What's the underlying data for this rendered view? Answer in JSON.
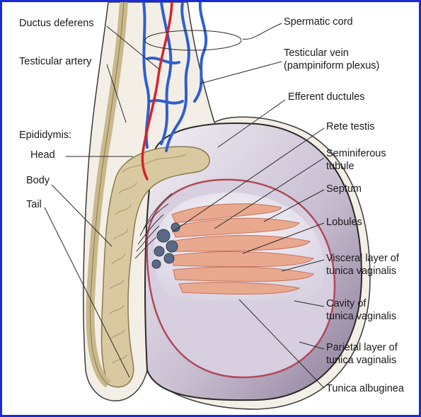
{
  "labels": {
    "ductus_deferens": "Ductus deferens",
    "spermatic_cord": "Spermatic cord",
    "testicular_artery": "Testicular artery",
    "testicular_vein_1": "Testicular vein",
    "testicular_vein_2": "(pampiniform plexus)",
    "efferent_ductules": "Efferent ductules",
    "epididymis": "Epididymis:",
    "head": "Head",
    "rete_testis": "Rete testis",
    "seminiferous_1": "Seminiferous",
    "seminiferous_2": "tubule",
    "body": "Body",
    "septum": "Septum",
    "tail": "Tail",
    "lobules": "Lobules",
    "visceral_1": "Visceral layer of",
    "visceral_2": "tunica vaginalis",
    "cavity_1": "Cavity of",
    "cavity_2": "tunica vaginalis",
    "parietal_1": "Parietal layer of",
    "parietal_2": "tunica vaginalis",
    "tunica_albuginea": "Tunica albuginea"
  },
  "colors": {
    "frame": "#1a2bd6",
    "artery": "#d8232a",
    "vein": "#2f5fd0",
    "epididymis": "#d9c9a0",
    "lobule": "#e9a98f",
    "testis_interior": "#e8e4ee",
    "cavity": "#6b5a78",
    "leader_line": "#2a2a2a"
  }
}
